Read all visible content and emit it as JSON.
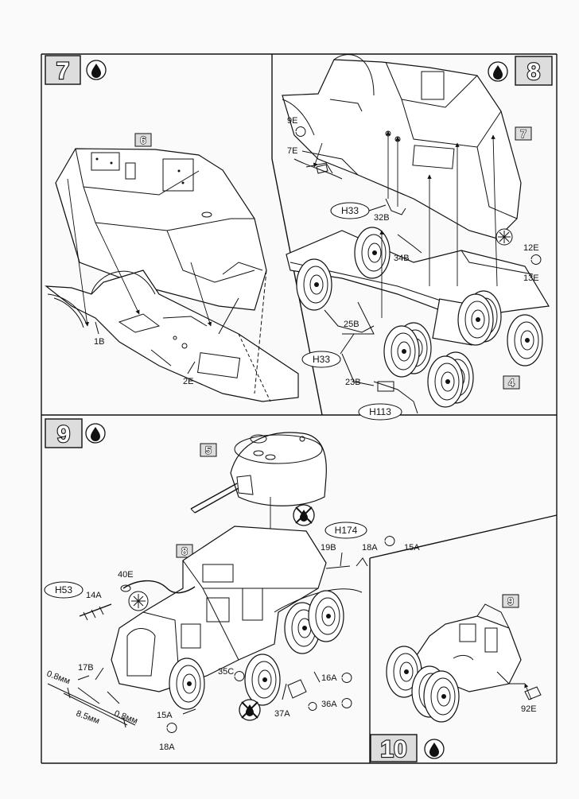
{
  "steps": {
    "s7": {
      "number": "7",
      "ref": "6",
      "parts": {
        "p1": "1B",
        "p2": "2E"
      }
    },
    "s8": {
      "number": "8",
      "ref_top": "7",
      "ref_bottom": "4",
      "parts": {
        "p9e": "9E",
        "p7e": "7E",
        "p32b": "32B",
        "p34b": "34B",
        "p12e": "12E",
        "p13e": "13E",
        "p25b": "25B",
        "p23b": "23B"
      },
      "callouts": {
        "h33a": "H33",
        "h33b": "H33",
        "h113": "H113"
      }
    },
    "s9": {
      "number": "9",
      "ref_turret": "5",
      "ref_body": "8",
      "parts": {
        "p40e": "40E",
        "p14a": "14A",
        "p19b": "19B",
        "p18a": "18A",
        "p15a": "15A",
        "p17b": "17B",
        "p35c": "35C",
        "p16a": "16A",
        "p37a": "37A",
        "p36a": "36A",
        "p15a_b": "15A",
        "p18a_b": "18A"
      },
      "callouts": {
        "h53": "H53",
        "h174": "H174"
      },
      "dims": {
        "d1": "0.8мм",
        "d2": "8.5мм",
        "d3": "0.8мм"
      }
    },
    "s10": {
      "number": "10",
      "ref": "9",
      "parts": {
        "p92e": "92E"
      }
    }
  },
  "colors": {
    "line": "#111111",
    "paper": "#fafafa"
  },
  "icons": [
    "glue-drop-icon",
    "do-not-glue-icon",
    "ornament-icon"
  ]
}
